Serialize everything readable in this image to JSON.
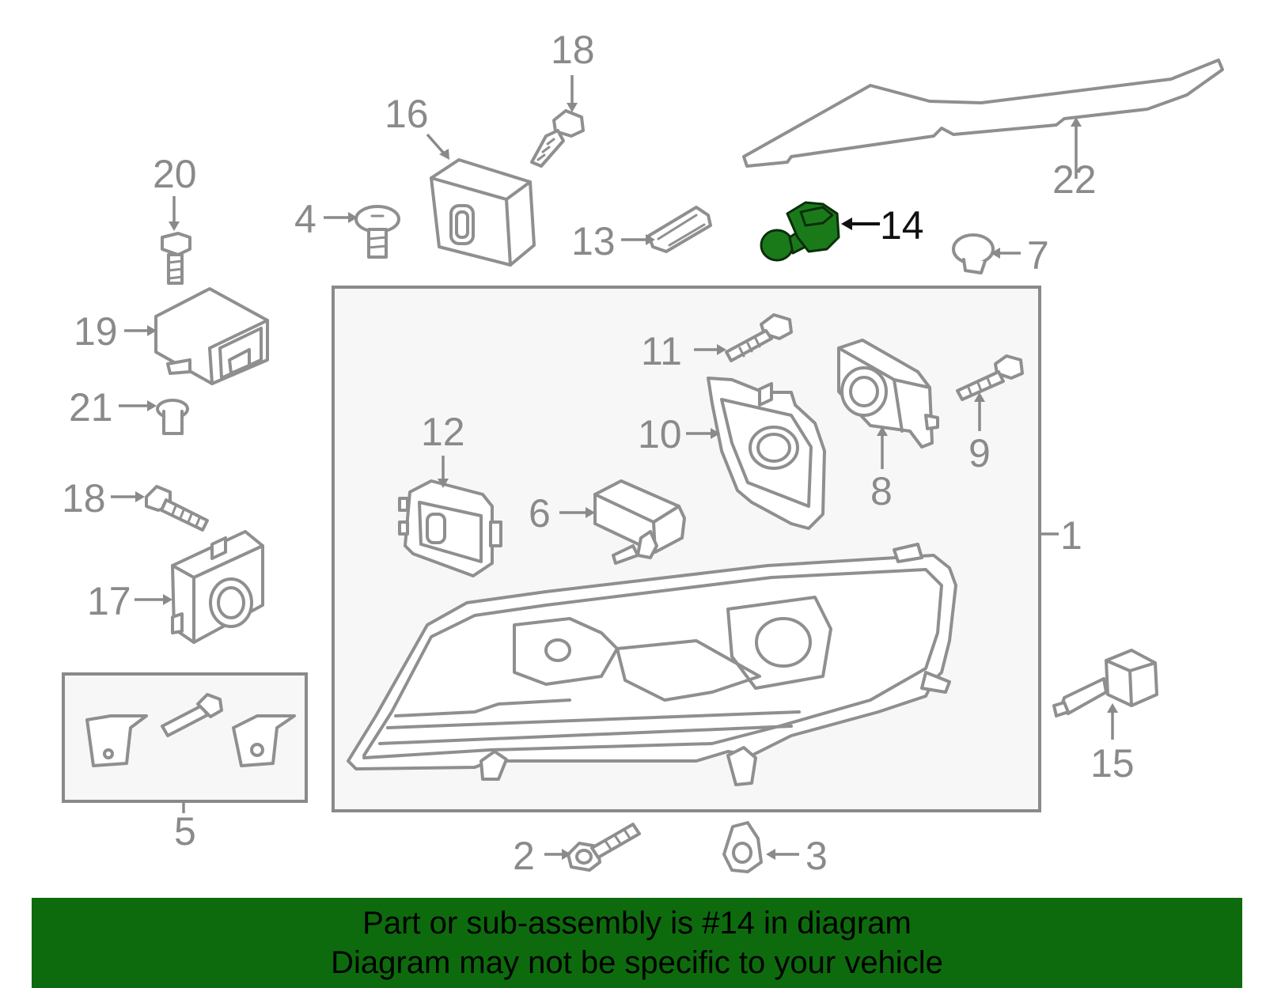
{
  "diagram": {
    "colors": {
      "part_stroke": "#8f8f8f",
      "label": "#8a8a8a",
      "highlight_fill": "#1a7a1a",
      "banner": "#0d6b0d"
    },
    "callouts": {
      "c1": "1",
      "c2": "2",
      "c3": "3",
      "c4": "4",
      "c5": "5",
      "c6": "6",
      "c7": "7",
      "c8": "8",
      "c9": "9",
      "c10": "10",
      "c11": "11",
      "c12": "12",
      "c13": "13",
      "c14": "14",
      "c15": "15",
      "c16": "16",
      "c17": "17",
      "c18a": "18",
      "c18b": "18",
      "c19": "19",
      "c20": "20",
      "c21": "21",
      "c22": "22"
    },
    "highlighted_part": "14"
  },
  "banner": {
    "line1": "Part or sub-assembly is #14 in diagram",
    "line2": "Diagram may not be specific to your vehicle"
  }
}
